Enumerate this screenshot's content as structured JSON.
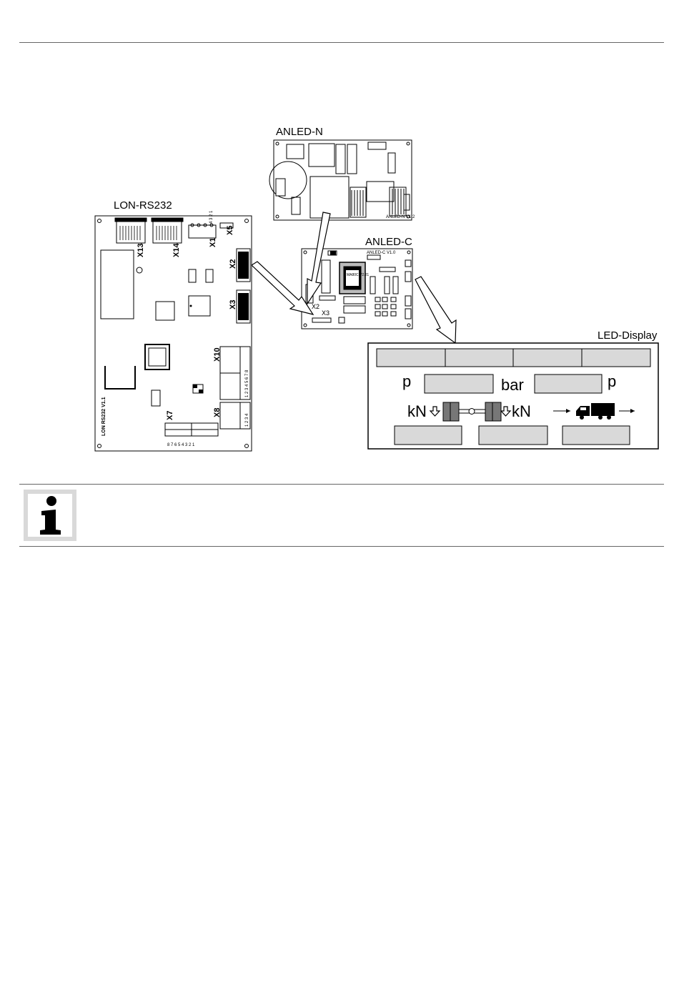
{
  "boards": {
    "anled_n": "ANLED-N",
    "lon_rs232": "LON-RS232",
    "anled_c": "ANLED-C",
    "led_display": "LED-Display"
  },
  "lon_board": {
    "connectors": {
      "x13": "X13",
      "x14": "X14",
      "x1": "X1",
      "x5": "X5",
      "x2": "X2",
      "x3": "X3",
      "x10": "X10",
      "x8": "X8",
      "x7": "X7"
    },
    "silkscreen": "LON RS232 V1.1",
    "x1_pins": "4 3 2 1",
    "x10_pins": "1 2 3 4 5 6 7 8",
    "x8_pins": "1 2 3 4",
    "x7_pins": "8 7 6 5 4 3 2 1"
  },
  "anled_c_board": {
    "x2": "X2",
    "x3": "X3",
    "chip": "MA80C V2.21",
    "silkscreen": "ANLED-C V1.0"
  },
  "anled_n_board": {
    "silkscreen": "ANLED-N V1.2"
  },
  "display": {
    "p_left": "p",
    "bar": "bar",
    "p_right": "p",
    "kn_left": "kN",
    "kn_right": "kN"
  },
  "icons": [
    "info-icon",
    "truck-icon",
    "arrow-icon",
    "cylinder-icon"
  ]
}
